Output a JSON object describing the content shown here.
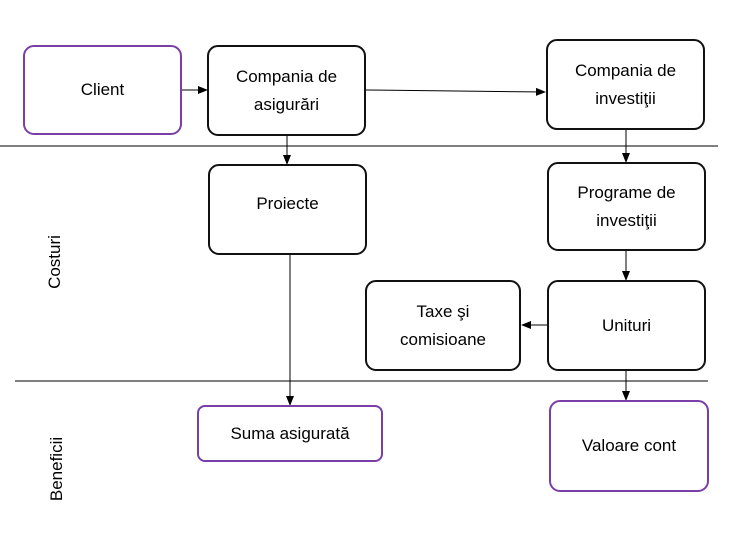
{
  "diagram": {
    "nodes": {
      "client": "Client",
      "compania_asigurari": "Compania de asigurări",
      "compania_investitii": "Compania de investiţii",
      "proiecte": "Proiecte",
      "programe_investitii": "Programe de investiţii",
      "unituri": "Unituri",
      "taxe_comisioane": "Taxe şi comisioane",
      "suma_asigurata": "Suma asigurată",
      "valoare_cont": "Valoare cont"
    },
    "sections": {
      "costuri": "Costuri",
      "beneficii": "Beneficii"
    },
    "edges": [
      {
        "from": "client",
        "to": "compania_asigurari"
      },
      {
        "from": "compania_asigurari",
        "to": "compania_investitii"
      },
      {
        "from": "compania_asigurari",
        "to": "proiecte"
      },
      {
        "from": "compania_investitii",
        "to": "programe_investitii"
      },
      {
        "from": "programe_investitii",
        "to": "unituri"
      },
      {
        "from": "unituri",
        "to": "taxe_comisioane"
      },
      {
        "from": "proiecte",
        "to": "suma_asigurata"
      },
      {
        "from": "unituri",
        "to": "valoare_cont"
      }
    ],
    "colors": {
      "highlight_border": "#7a3fa7",
      "default_border": "#111111",
      "line": "#000000"
    }
  }
}
